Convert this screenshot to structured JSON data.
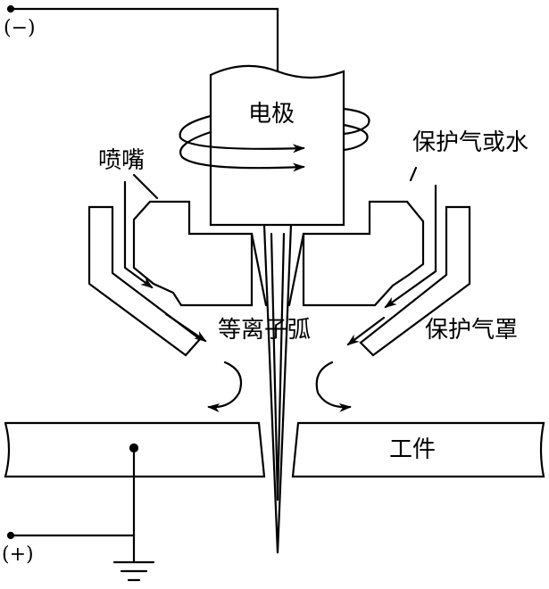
{
  "labels": {
    "electrode": "电极",
    "nozzle": "喷嘴",
    "shield_gas_or_water": "保护气或水",
    "plasma_arc": "等离子弧",
    "shield_gas_hood": "保护气罩",
    "workpiece": "工件"
  },
  "terminals": {
    "negative": "(−)",
    "positive": "(+)"
  },
  "colors": {
    "line": "#000000",
    "background": "#ffffff"
  }
}
